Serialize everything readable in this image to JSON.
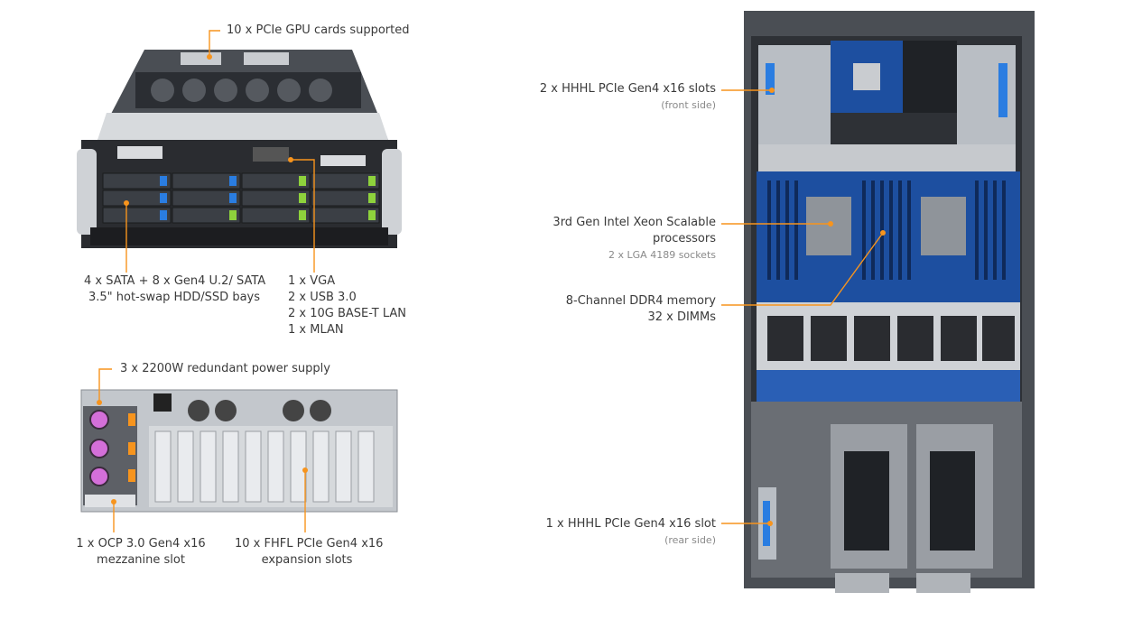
{
  "colors": {
    "accent": "#f7941d",
    "chassis": "#3c3f44",
    "chassis_light": "#b8bcc2",
    "bay_blue": "#2a7de1",
    "bay_green": "#8ed23c",
    "psu_pink": "#d46fd9",
    "board_blue": "#1d4fa0"
  },
  "front": {
    "gpu_label": "10 x PCIe GPU cards supported",
    "bays_label_line1": "4 x SATA + 8 x Gen4 U.2/ SATA",
    "bays_label_line2": "3.5\" hot-swap HDD/SSD bays",
    "io_line1": "1 x VGA",
    "io_line2": "2 x USB 3.0",
    "io_line3": "2 x 10G BASE-T LAN",
    "io_line4": "1 x MLAN"
  },
  "rear": {
    "psu_label": "3 x 2200W redundant power supply",
    "ocp_line1": "1 x OCP 3.0 Gen4 x16",
    "ocp_line2": "mezzanine slot",
    "fhfl_line1": "10 x FHFL PCIe Gen4 x16",
    "fhfl_line2": "expansion slots"
  },
  "top": {
    "hhhl_front": "2 x HHHL PCIe Gen4 x16 slots",
    "hhhl_front_sub": "(front side)",
    "cpu_line1": "3rd Gen Intel Xeon Scalable",
    "cpu_line2": "processors",
    "cpu_sub": "2 x LGA 4189 sockets",
    "mem_line1": "8-Channel DDR4 memory",
    "mem_line2": "32 x DIMMs",
    "hhhl_rear": "1 x HHHL PCIe Gen4 x16 slot",
    "hhhl_rear_sub": "(rear side)"
  }
}
